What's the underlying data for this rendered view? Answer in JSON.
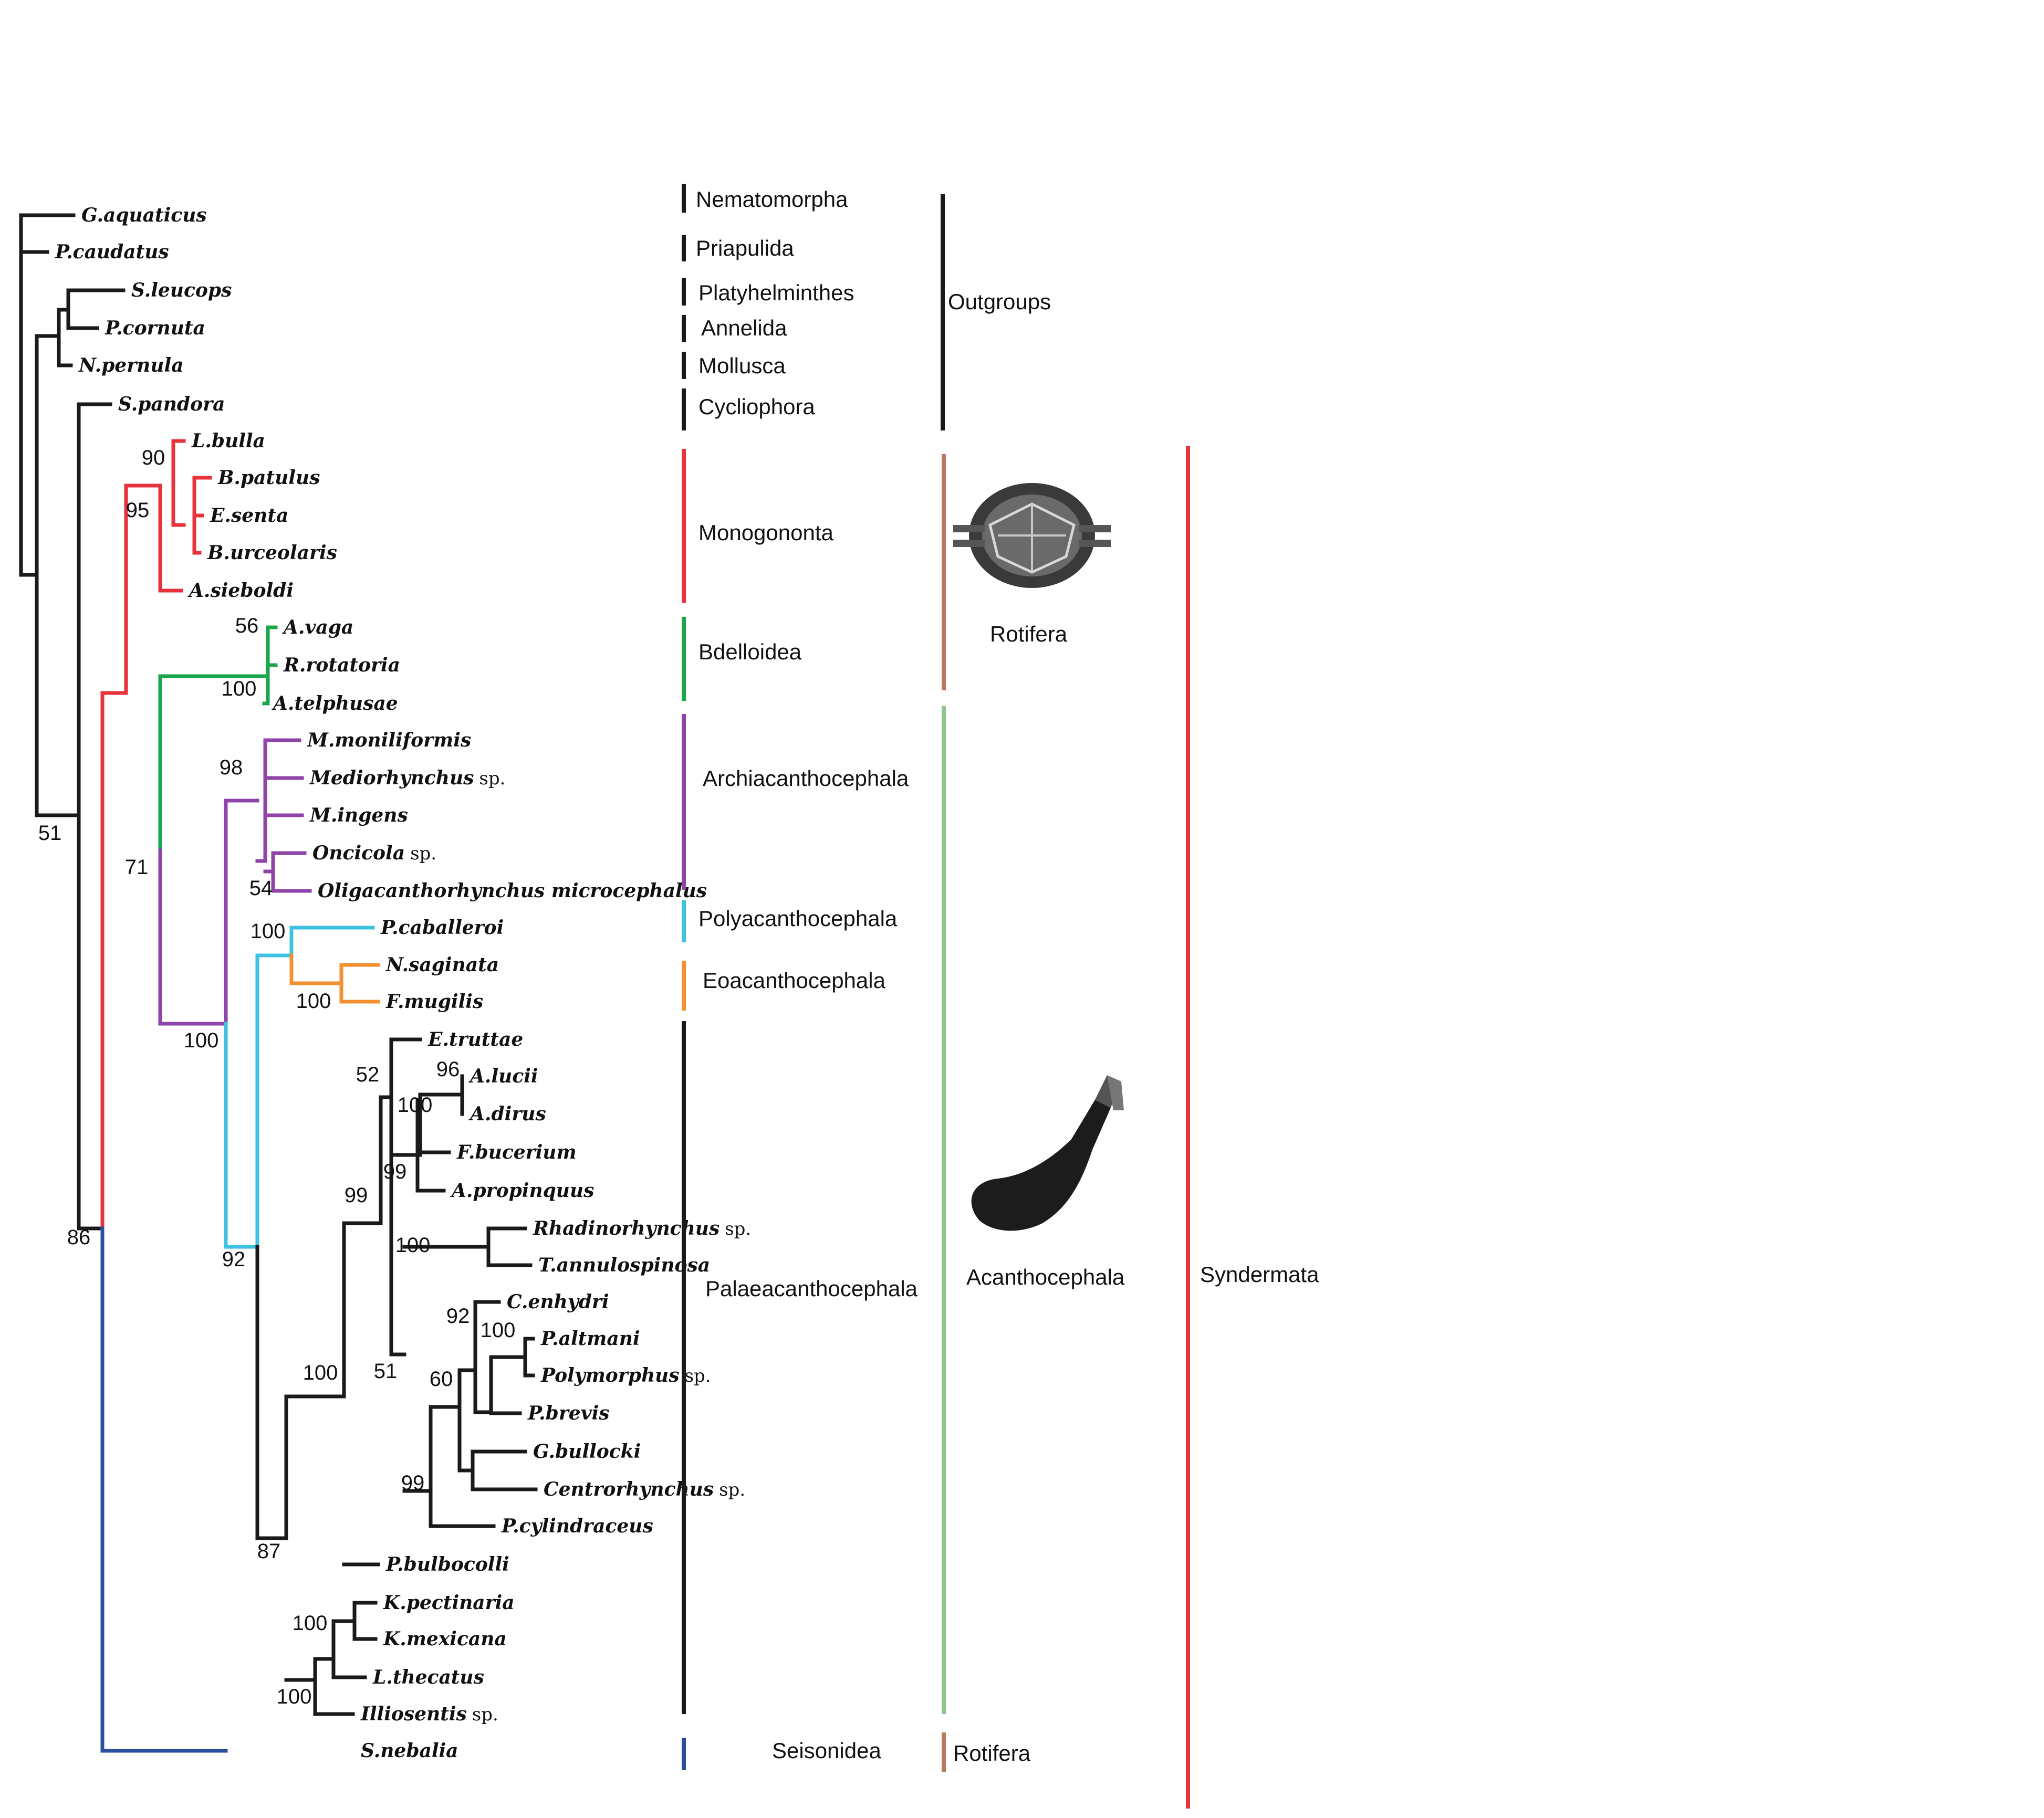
{
  "colors": {
    "black": "#1a1a1a",
    "monogononta": "#e8323c",
    "bdelloidea": "#1aa64a",
    "archiacanthocephala": "#8e44a8",
    "polyacanthocephala": "#3fc1e0",
    "eoacanthocephala": "#f39131",
    "seisonidea": "#2b4f9e",
    "rotifera_bar": "#b77a62",
    "acanthocephala_bar": "#8cc68b",
    "syndermata_bar": "#e8323c"
  },
  "taxa": [
    {
      "name": "G.aquaticus"
    },
    {
      "name": "P.caudatus"
    },
    {
      "name": "S.leucops"
    },
    {
      "name": "P.cornuta"
    },
    {
      "name": "N.pernula"
    },
    {
      "name": "S.pandora"
    },
    {
      "name": "L.bulla"
    },
    {
      "name": "B.patulus"
    },
    {
      "name": "E.senta"
    },
    {
      "name": "B.urceolaris"
    },
    {
      "name": "A.sieboldi"
    },
    {
      "name": "A.vaga"
    },
    {
      "name": "R.rotatoria"
    },
    {
      "name": "A.telphusae"
    },
    {
      "name": "M.moniliformis"
    },
    {
      "name": "Mediorhynchus",
      "suffix": "sp."
    },
    {
      "name": "M.ingens"
    },
    {
      "name": "Oncicola",
      "suffix": "sp."
    },
    {
      "name": "Oligacanthorhynchus microcephalus"
    },
    {
      "name": "P.caballeroi"
    },
    {
      "name": "N.saginata"
    },
    {
      "name": "F.mugilis"
    },
    {
      "name": "E.truttae"
    },
    {
      "name": "A.lucii"
    },
    {
      "name": "A.dirus"
    },
    {
      "name": "F.bucerium"
    },
    {
      "name": "A.propinquus"
    },
    {
      "name": "Rhadinorhynchus",
      "suffix": "sp."
    },
    {
      "name": "T.annulospinosa"
    },
    {
      "name": "C.enhydri"
    },
    {
      "name": "P.altmani"
    },
    {
      "name": "Polymorphus",
      "suffix": "sp."
    },
    {
      "name": "P.brevis"
    },
    {
      "name": "G.bullocki"
    },
    {
      "name": "Centrorhynchus",
      "suffix": "sp."
    },
    {
      "name": "P.cylindraceus"
    },
    {
      "name": "P.bulbocolli"
    },
    {
      "name": "K.pectinaria"
    },
    {
      "name": "K.mexicana"
    },
    {
      "name": "L.thecatus"
    },
    {
      "name": "Illiosentis",
      "suffix": "sp."
    },
    {
      "name": "S.nebalia"
    }
  ],
  "support_values": [
    "51",
    "86",
    "95",
    "90",
    "71",
    "56",
    "100",
    "98",
    "54",
    "100",
    "100",
    "100",
    "92",
    "52",
    "96",
    "100",
    "99",
    "99",
    "100",
    "92",
    "100",
    "60",
    "51",
    "99",
    "100",
    "87",
    "100",
    "100"
  ],
  "group_labels": [
    "Nematomorpha",
    "Priapulida",
    "Platyhelminthes",
    "Annelida",
    "Mollusca",
    "Cycliophora",
    "Monogononta",
    "Bdelloidea",
    "Archiacanthocephala",
    "Polyacanthocephala",
    "Eoacanthocephala",
    "Palaeacanthocephala",
    "Seisonidea"
  ],
  "clade_labels": [
    "Outgroups",
    "Rotifera",
    "Acanthocephala",
    "Rotifera",
    "Syndermata"
  ]
}
